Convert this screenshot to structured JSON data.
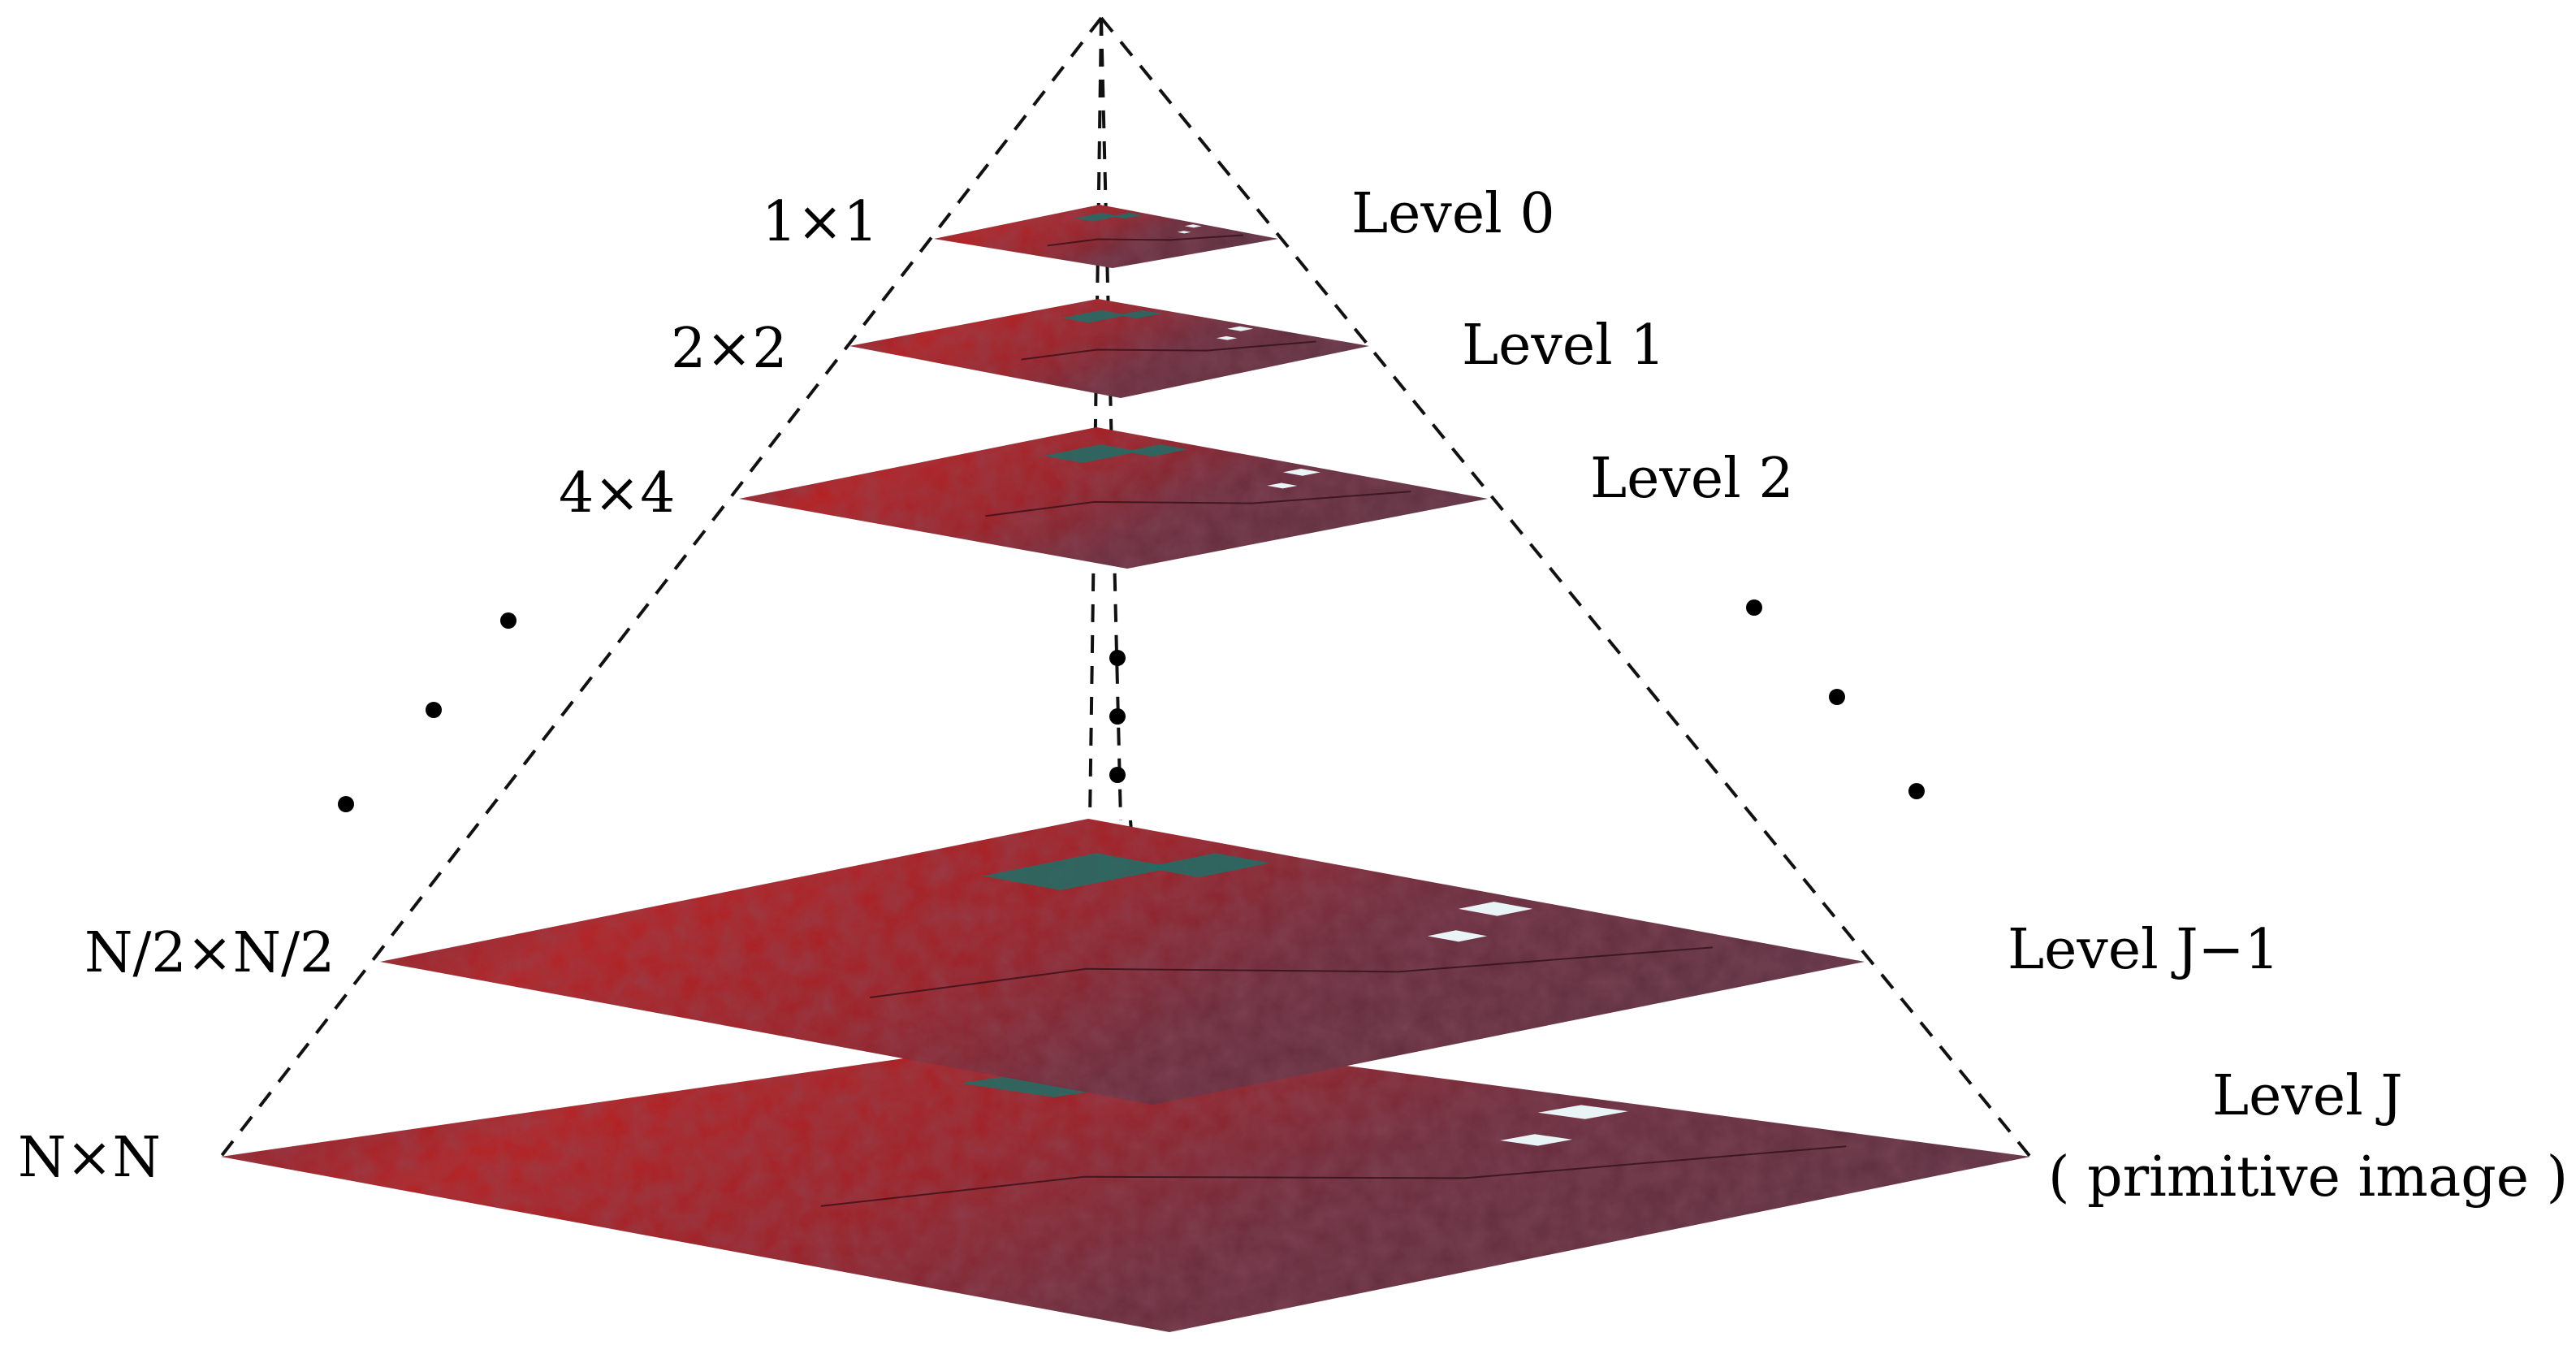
{
  "levels": [
    {
      "size_label": "1×1",
      "level_label": "Level 0"
    },
    {
      "size_label": "2×2",
      "level_label": "Level 1"
    },
    {
      "size_label": "4×4",
      "level_label": "Level 2"
    },
    {
      "size_label": "N/2×N/2",
      "level_label": "Level J−1"
    },
    {
      "size_label": "N×N",
      "level_label": "Level J",
      "level_sublabel": "( primitive image )"
    }
  ],
  "colors": {
    "image_red": "#b52222",
    "image_dark": "#5a2a3a",
    "water_teal": "#1f6e66",
    "snow": "#e8f4f6",
    "line": "#111111"
  }
}
